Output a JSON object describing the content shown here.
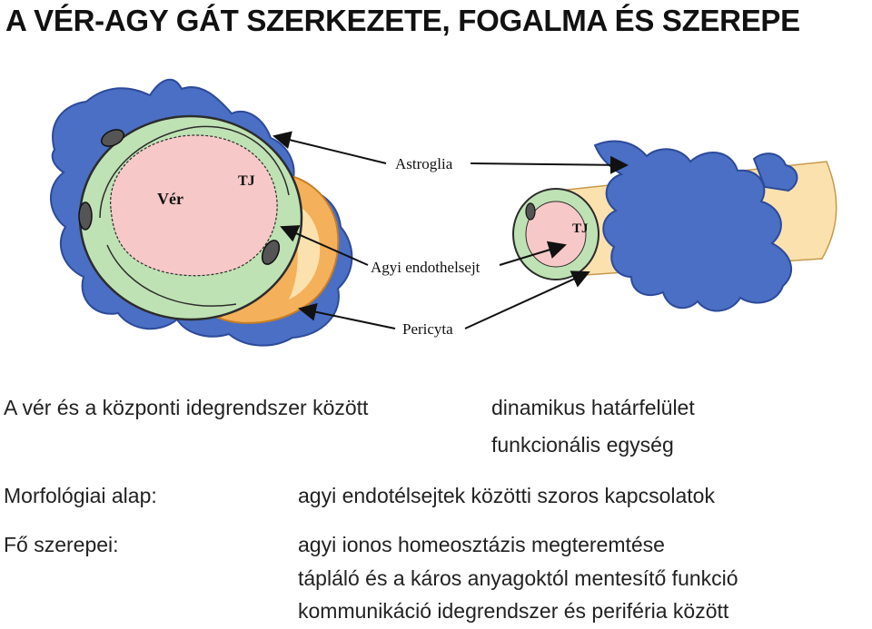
{
  "title": "A VÉR-AGY GÁT SZERKEZETE, FOGALMA ÉS SZEREPE",
  "diagram": {
    "labels": {
      "blood": "Vér",
      "tj_left": "TJ",
      "tj_right": "TJ",
      "astroglia": "Astroglia",
      "endothelial": "Agyi endothelsejt",
      "pericyte": "Pericyta"
    },
    "colors": {
      "astroglia": "#4a6fc4",
      "endothelium": "#bfe2b4",
      "lumen": "#f7c8c8",
      "pericyte": "#f4b05a",
      "cylinder": "#fbe1ad"
    }
  },
  "text": {
    "intro_left": "A vér és a központi idegrendszer között",
    "intro_right_1": "dinamikus határfelület",
    "intro_right_2": "funkcionális egység",
    "morph_label": "Morfológiai alap:",
    "morph_value": "agyi endotélsejtek közötti szoros kapcsolatok",
    "roles_label": "Fő szerepei:",
    "roles": [
      "agyi ionos homeosztázis megteremtése",
      "tápláló és a káros  anyagoktól mentesítő funkció",
      "kommunikáció idegrendszer és periféria között"
    ]
  }
}
